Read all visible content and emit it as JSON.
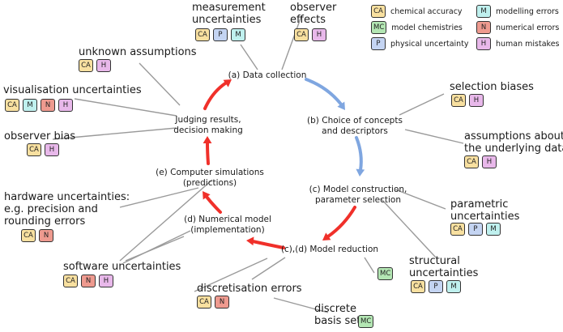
{
  "legend": [
    {
      "code": "CA",
      "text": "chemical accuracy",
      "color": "#f8e0a0"
    },
    {
      "code": "M",
      "text": "modelling errors",
      "color": "#bff0ee"
    },
    {
      "code": "MC",
      "text": "model chemistries",
      "color": "#b3e6b3"
    },
    {
      "code": "N",
      "text": "numerical errors",
      "color": "#ee9a8f"
    },
    {
      "code": "P",
      "text": "physical uncertainty",
      "color": "#c4d4f2"
    },
    {
      "code": "H",
      "text": "human mistakes",
      "color": "#e8b8ea"
    }
  ],
  "nodes": {
    "data_collection": "(a) Data collection",
    "choice_concepts": "(b) Choice of concepts\nand descriptors",
    "model_construction": "(c) Model construction,\nparameter selection",
    "model_reduction": "(c),(d) Model reduction",
    "numerical_model": "(d) Numerical model\n(implementation)",
    "computer_simulations": "(e) Computer simulations\n(predictions)",
    "judging_results": "Judging results,\ndecision making"
  },
  "labels": {
    "measurement": {
      "text": "measurement\nuncertainties",
      "badges": [
        "CA",
        "P",
        "M"
      ]
    },
    "observer_effects": {
      "text": "observer\neffects",
      "badges": [
        "CA",
        "H"
      ]
    },
    "unknown_assumptions": {
      "text": "unknown assumptions",
      "badges": [
        "CA",
        "H"
      ]
    },
    "visualisation": {
      "text": "visualisation uncertainties",
      "badges": [
        "CA",
        "M",
        "N",
        "H"
      ]
    },
    "observer_bias": {
      "text": "observer bias",
      "badges": [
        "CA",
        "H"
      ]
    },
    "hardware": {
      "text": "hardware uncertainties:\ne.g. precision and\nrounding errors",
      "badges": [
        "CA",
        "N"
      ]
    },
    "software": {
      "text": "software uncertainties",
      "badges": [
        "CA",
        "N",
        "H"
      ]
    },
    "discretisation": {
      "text": "discretisation errors",
      "badges": [
        "CA",
        "N"
      ]
    },
    "discrete_basis": {
      "text": "discrete\nbasis set",
      "badges": [
        "MC"
      ]
    },
    "selection_biases": {
      "text": "selection biases",
      "badges": [
        "CA",
        "H"
      ]
    },
    "assumptions_underlying": {
      "text": "assumptions about\nthe underlying data",
      "badges": [
        "CA",
        "H"
      ]
    },
    "parametric": {
      "text": "parametric\nuncertainties",
      "badges": [
        "CA",
        "P",
        "M"
      ]
    },
    "structural": {
      "text": "structural\nuncertainties",
      "badges": [
        "CA",
        "P",
        "M"
      ]
    },
    "mc_standalone": {
      "text": "",
      "badges": [
        "MC"
      ]
    }
  },
  "colors": {
    "blue_arrow": "#7fa6e0",
    "red_arrow": "#f0302a",
    "connector": "#9a9a9a"
  }
}
